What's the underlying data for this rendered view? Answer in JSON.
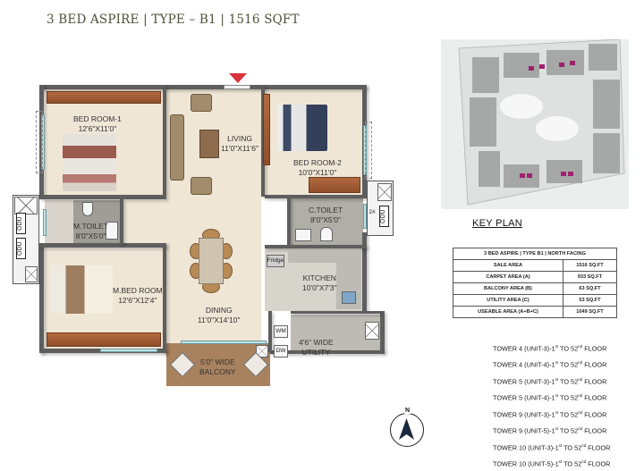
{
  "header": {
    "title": "3 BED ASPIRE | TYPE – B1 | 1516 SQFT"
  },
  "floor_plan": {
    "entry_marker": "entrance-arrow",
    "rooms": [
      {
        "id": "bed_room_1",
        "name": "BED ROOM-1",
        "size": "12'6\"X11'0\""
      },
      {
        "id": "living",
        "name": "LIVING",
        "size": "11'0\"X11'6\""
      },
      {
        "id": "bed_room_2",
        "name": "BED ROOM-2",
        "size": "10'0\"X11'0\""
      },
      {
        "id": "m_toilet",
        "name": "M.TOILET",
        "size": "8'0\"X5'0\""
      },
      {
        "id": "c_toilet",
        "name": "C.TOILET",
        "size": "8'0\"X5'0\""
      },
      {
        "id": "m_bed_room",
        "name": "M.BED ROOM",
        "size": "12'6\"X12'4\""
      },
      {
        "id": "dining",
        "name": "DINING",
        "size": "11'0\"X14'10\""
      },
      {
        "id": "kitchen",
        "name": "KITCHEN",
        "size": "10'0\"X7'3\""
      },
      {
        "id": "utility",
        "name": "4'6\" WIDE",
        "size": "UTILITY"
      },
      {
        "id": "balcony",
        "name": "5'0\" WIDE",
        "size": "BALCONY"
      }
    ],
    "labels": {
      "odu": "ODU",
      "shaft": "2#",
      "fridge": "Fridge",
      "wm": "WM",
      "dw": "DW",
      "north": "N"
    }
  },
  "key_plan": {
    "title": "KEY PLAN",
    "highlight_color": "#a0216e"
  },
  "area_table": {
    "header": "3 BED ASPIRE | TYPE B1 | NORTH FACING",
    "rows": [
      {
        "label": "SALE AREA",
        "value": "1516 SQ.FT"
      },
      {
        "label": "CARPET AREA (A)",
        "value": "933 SQ.FT"
      },
      {
        "label": "BALCONY AREA (B)",
        "value": "63 SQ.FT"
      },
      {
        "label": "UTILITY AREA (C)",
        "value": "53 SQ.FT"
      },
      {
        "label": "USEABLE AREA (A+B+C)",
        "value": "1049 SQ.FT"
      }
    ]
  },
  "towers": [
    {
      "tower": "TOWER 4 (UNIT-3)-1",
      "sup1": "st",
      "mid": " TO 52",
      "sup2": "nd",
      "end": " FLOOR"
    },
    {
      "tower": "TOWER 4 (UNIT-4)-1",
      "sup1": "st",
      "mid": " TO 52",
      "sup2": "nd",
      "end": " FLOOR"
    },
    {
      "tower": "TOWER 5 (UNIT-3)-1",
      "sup1": "st",
      "mid": " TO 52",
      "sup2": "nd",
      "end": " FLOOR"
    },
    {
      "tower": "TOWER 5 (UNIT-4)-1",
      "sup1": "st",
      "mid": " TO 52",
      "sup2": "nd",
      "end": " FLOOR"
    },
    {
      "tower": "TOWER 9 (UNIT-3)-1",
      "sup1": "st",
      "mid": " TO 52",
      "sup2": "nd",
      "end": " FLOOR"
    },
    {
      "tower": "TOWER 9 (UNIT-5)-1",
      "sup1": "st",
      "mid": " TO 52",
      "sup2": "nd",
      "end": " FLOOR"
    },
    {
      "tower": "TOWER 10 (UNIT-3)-1",
      "sup1": "st",
      "mid": " TO 52",
      "sup2": "nd",
      "end": " FLOOR"
    },
    {
      "tower": "TOWER 10 (UNIT-5)-1",
      "sup1": "st",
      "mid": " TO 52",
      "sup2": "nd",
      "end": " FLOOR"
    }
  ]
}
